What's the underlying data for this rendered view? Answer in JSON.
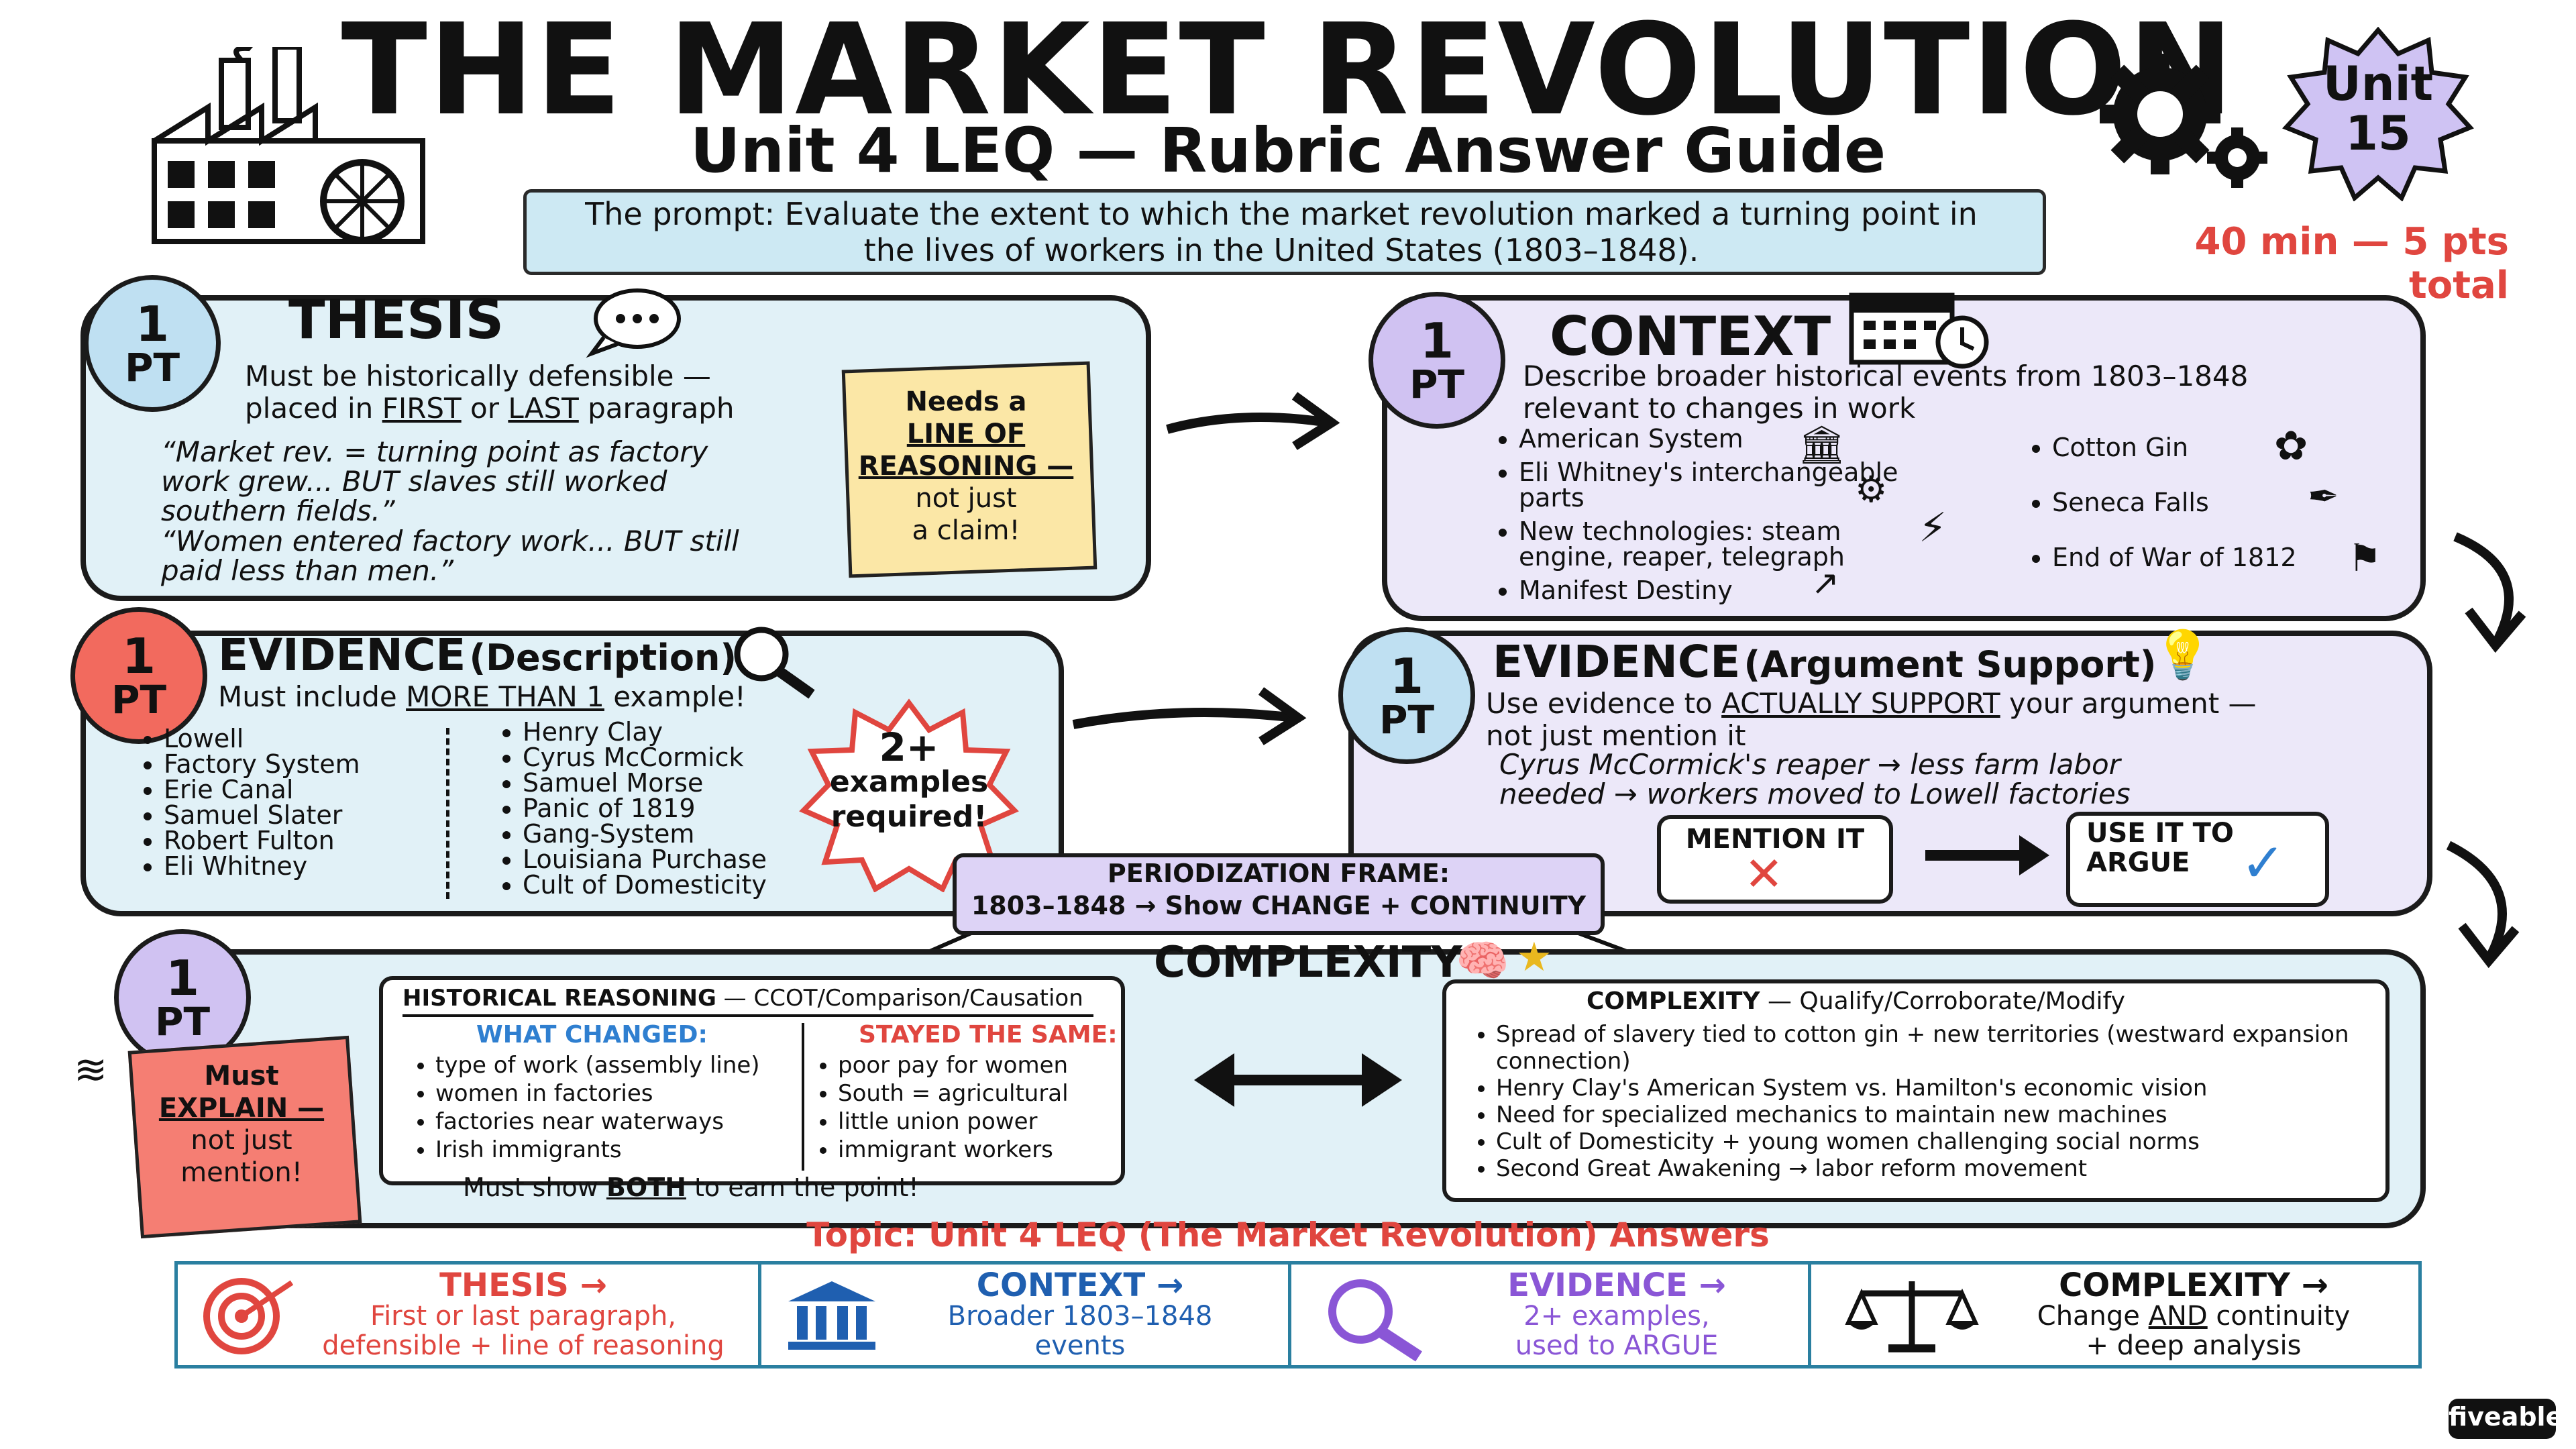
{
  "header": {
    "title": "THE MARKET REVOLUTION",
    "subtitle": "Unit 4 LEQ — Rubric Answer Guide",
    "prompt_line1": "The prompt: Evaluate the extent to which the market revolution marked a turning point in",
    "prompt_line2": "the lives of workers in the United States (1803–1848).",
    "unit_badge_line1": "Unit",
    "unit_badge_line2": "15",
    "time_note": "40 min — 5 pts total"
  },
  "colors": {
    "red": "#e0463f",
    "blue": "#2f7fd0",
    "purple": "#8a56d6",
    "navy": "#163a8a",
    "panel_blue": "#e1f1f7",
    "panel_lav": "#ece8f9"
  },
  "thesis": {
    "points_num": "1",
    "points_unit": "PT",
    "title": "THESIS",
    "line1": "Must be historically defensible —",
    "line2_a": "placed in ",
    "line2_first": "FIRST",
    "line2_b": " or ",
    "line2_last": "LAST",
    "line2_c": " paragraph",
    "quote1": "“Market rev. = turning point as factory work grew... BUT slaves still worked southern fields.”",
    "quote2": "“Women entered factory work... BUT still paid less than men.”",
    "sticky_line1": "Needs a",
    "sticky_line2": "LINE OF",
    "sticky_line3": "REASONING —",
    "sticky_line4": "not just",
    "sticky_line5": "a claim!"
  },
  "context": {
    "points_num": "1",
    "points_unit": "PT",
    "title": "CONTEXT",
    "line1": "Describe broader historical events from 1803–1848",
    "line2": "relevant to changes in work",
    "left_items": [
      "American System",
      "Eli Whitney's interchangeable parts",
      "New technologies: steam engine, reaper, telegraph",
      "Manifest Destiny"
    ],
    "right_items": [
      "Cotton Gin",
      "Seneca Falls",
      "End of War of 1812"
    ]
  },
  "evidence_desc": {
    "points_num": "1",
    "points_unit": "PT",
    "title": "EVIDENCE",
    "title_paren": "(Description)",
    "line1_a": "Must include ",
    "line1_u": "MORE THAN 1",
    "line1_b": " example!",
    "col1": [
      "Lowell",
      "Factory System",
      "Erie Canal",
      "Samuel Slater",
      "Robert Fulton",
      "Eli Whitney"
    ],
    "col2": [
      "Henry Clay",
      "Cyrus McCormick",
      "Samuel Morse",
      "Panic of 1819",
      "Gang-System",
      "Louisiana Purchase",
      "Cult of Domesticity"
    ],
    "burst_line1": "2+",
    "burst_line2": "examples",
    "burst_line3": "required!"
  },
  "evidence_arg": {
    "points_num": "1",
    "points_unit": "PT",
    "title": "EVIDENCE",
    "title_paren": "(Argument Support)",
    "line1_a": "Use evidence to ",
    "line1_u": "ACTUALLY SUPPORT",
    "line1_b": " your argument —",
    "line2": "not just mention it",
    "example1": "Cyrus McCormick's reaper →  less farm labor",
    "example2": "needed → workers moved to Lowell factories",
    "mention": "MENTION IT",
    "use_line1": "USE IT TO",
    "use_line2": "ARGUE"
  },
  "periodization": {
    "line1": "PERIODIZATION FRAME:",
    "line2": "1803–1848 → Show CHANGE + CONTINUITY"
  },
  "complexity": {
    "points_num": "1",
    "points_unit": "PT",
    "title": "COMPLEXITY",
    "sticky_line1": "Must",
    "sticky_line2": "EXPLAIN —",
    "sticky_line3": "not just",
    "sticky_line4": "mention!",
    "hr_title": "HISTORICAL REASONING",
    "hr_sub": " — CCOT/Comparison/Causation",
    "changed_title": "WHAT CHANGED:",
    "changed": [
      "type of work (assembly line)",
      "women in factories",
      "factories near waterways",
      "Irish immigrants"
    ],
    "same_title": "STAYED THE SAME:",
    "same": [
      "poor pay for women",
      "South = agricultural",
      "little union power",
      "immigrant workers"
    ],
    "both_a": "Must show ",
    "both_u": "BOTH",
    "both_b": " to earn the point!",
    "cx_title": "COMPLEXITY",
    "cx_sub": " — Qualify/Corroborate/Modify",
    "cx_items": [
      "Spread of slavery tied to cotton gin + new territories (westward expansion connection)",
      "Henry Clay's American System vs. Hamilton's economic vision",
      "Need for specialized mechanics to maintain new machines",
      "Cult of Domesticity + young women challenging social norms",
      "Second Great Awakening → labor reform movement"
    ]
  },
  "topic": "Topic: Unit 4 LEQ (The Market Revolution) Answers",
  "legend": [
    {
      "title": "THESIS →",
      "line1": "First or last paragraph,",
      "line2": "defensible + line of reasoning",
      "icon": "target-icon"
    },
    {
      "title": "CONTEXT →",
      "line1": "Broader 1803–1848",
      "line2": "events",
      "icon": "columns-building-icon"
    },
    {
      "title": "EVIDENCE →",
      "line1": "2+ examples,",
      "line2": "used to ARGUE",
      "icon": "magnifier-icon"
    },
    {
      "title": "COMPLEXITY →",
      "line1_a": "Change ",
      "line1_u": "AND",
      "line1_b": " continuity",
      "line2": "+ deep analysis",
      "icon": "scales-icon"
    }
  ],
  "brand": "fiveable"
}
